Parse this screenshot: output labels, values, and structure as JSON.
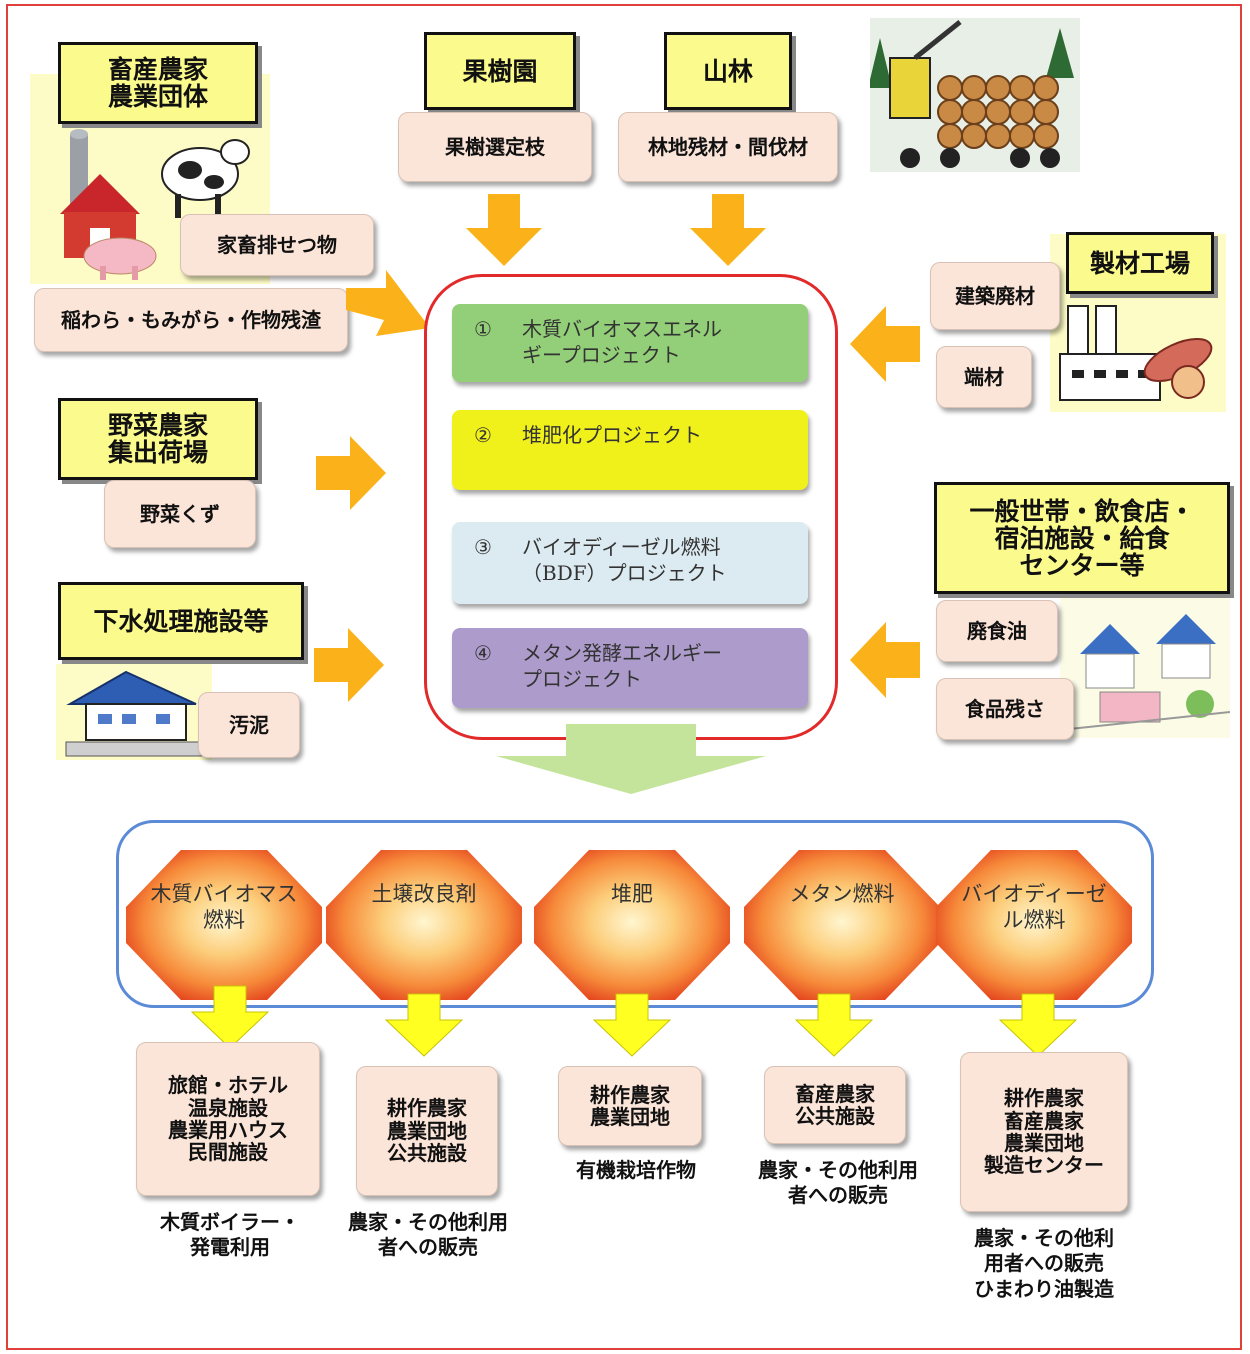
{
  "sources": {
    "livestock": {
      "title": "畜産農家\n農業団体",
      "items": [
        "家畜排せつ物",
        "稲わら・もみがら・作物残渣"
      ]
    },
    "orchard": {
      "title": "果樹園",
      "item": "果樹選定枝"
    },
    "forest": {
      "title": "山林",
      "item": "林地残材・間伐材"
    },
    "sawmill": {
      "title": "製材工場",
      "items": [
        "建築廃材",
        "端材"
      ]
    },
    "vegetable": {
      "title": "野菜農家\n集出荷場",
      "item": "野菜くず"
    },
    "households": {
      "title": "一般世帯・飲食店・\n宿泊施設・給食\nセンター等",
      "items": [
        "廃食油",
        "食品残さ"
      ]
    },
    "sewage": {
      "title": "下水処理施設等",
      "item": "汚泥"
    }
  },
  "projects": [
    {
      "num": "①",
      "text": "木質バイオマスエネル\nギープロジェクト",
      "color": "#93cf78"
    },
    {
      "num": "②",
      "text": "堆肥化プロジェクト",
      "color": "#f0f01a"
    },
    {
      "num": "③",
      "text": "バイオディーゼル燃料\n（BDF）プロジェクト",
      "color": "#dcebf1"
    },
    {
      "num": "④",
      "text": "メタン発酵エネルギー\nプロジェクト",
      "color": "#ad9bcc"
    }
  ],
  "products": [
    {
      "label": "木質バイオマス\n燃料",
      "users": "旅館・ホテル\n温泉施設\n農業用ハウス\n民間施設",
      "use": "木質ボイラー・\n発電利用"
    },
    {
      "label": "土壌改良剤",
      "users": "耕作農家\n農業団地\n公共施設",
      "use": "農家・その他利用\n者への販売"
    },
    {
      "label": "堆肥",
      "users": "耕作農家\n農業団地",
      "use": "有機栽培作物"
    },
    {
      "label": "メタン燃料",
      "users": "畜産農家\n公共施設",
      "use": "農家・その他利用\n者への販売"
    },
    {
      "label": "バイオディーゼ\nル燃料",
      "users": "耕作農家\n畜産農家\n農業団地\n製造センター",
      "use": "農家・その他利\n用者への販売\nひまわり油製造"
    }
  ],
  "colors": {
    "arrow_orange": "#fbb21a",
    "arrow_yellow": "#ffff22",
    "arrow_green": "#c3e49a",
    "ring_red": "#e32a2a",
    "ring_blue": "#5b8ad6"
  },
  "illustrations": [
    "farm-barn-cow-pig-illustration",
    "log-truck-illustration",
    "factory-logs-illustration",
    "houses-illustration",
    "sewage-plant-illustration"
  ]
}
